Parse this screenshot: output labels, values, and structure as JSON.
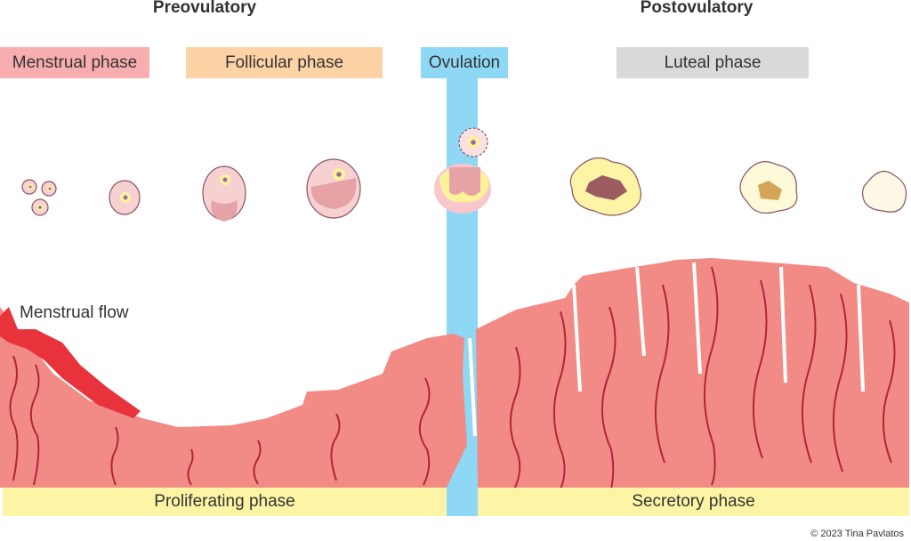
{
  "headings": {
    "pre": "Preovulatory",
    "post": "Postovulatory"
  },
  "phases": {
    "menstrual": "Menstrual phase",
    "follicular": "Follicular phase",
    "ovulation": "Ovulation",
    "luteal": "Luteal phase"
  },
  "labels": {
    "flow": "Menstrual flow",
    "proliferating": "Proliferating phase",
    "secretory": "Secretory phase"
  },
  "colors": {
    "menstrual": "#f8aeb0",
    "follicular": "#fdd3a5",
    "ovulation": "#8fd8f5",
    "luteal": "#d9d9d9",
    "endometrium": "#f28b86",
    "flow": "#e8323c",
    "bar": "#fdf5a5"
  },
  "copyright": "© 2023 Tina Pavlatos"
}
